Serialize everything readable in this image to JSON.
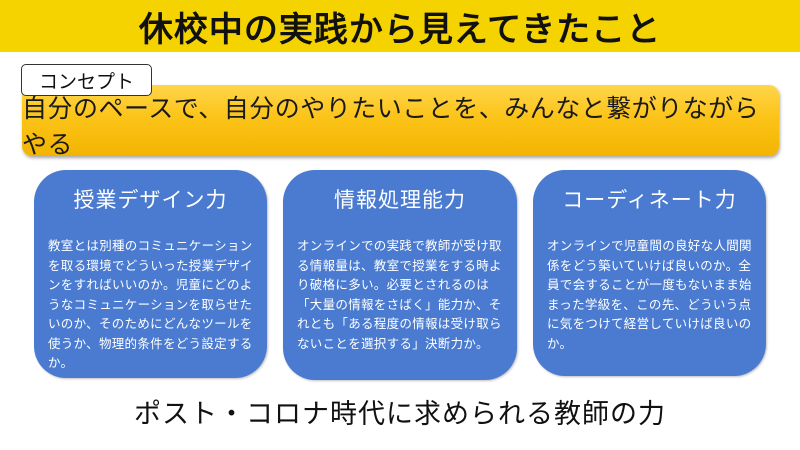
{
  "header": {
    "title": "休校中の実践から見えてきたこと"
  },
  "concept": {
    "tag_label": "コンセプト",
    "text": "自分のペースで、自分のやりたいことを、みんなと繋がりながらやる"
  },
  "cards": [
    {
      "title": "授業デザイン力",
      "body": "教室とは別種のコミュニケーションを取る環境でどういった授業デザインをすればいいのか。児童にどのようなコミュニケーションを取らせたいのか、そのためにどんなツールを使うか、物理的条件をどう設定するか。"
    },
    {
      "title": "情報処理能力",
      "body": "オンラインでの実践で教師が受け取る情報量は、教室で授業をする時より破格に多い。必要とされるのは「大量の情報をさばく」能力か、それとも「ある程度の情報は受け取らないことを選択する」決断力か。"
    },
    {
      "title": "コーディネート力",
      "body": "オンラインで児童間の良好な人間関係をどう築いていけば良いのか。全員で会することが一度もないまま始まった学級を、この先、どういう点に気をつけて経営していけば良いのか。"
    }
  ],
  "footer": {
    "text": "ポスト・コロナ時代に求められる教師の力"
  },
  "colors": {
    "banner": "#F5D300",
    "concept_bar": "#FCC419",
    "card": "#4A7BD0"
  }
}
